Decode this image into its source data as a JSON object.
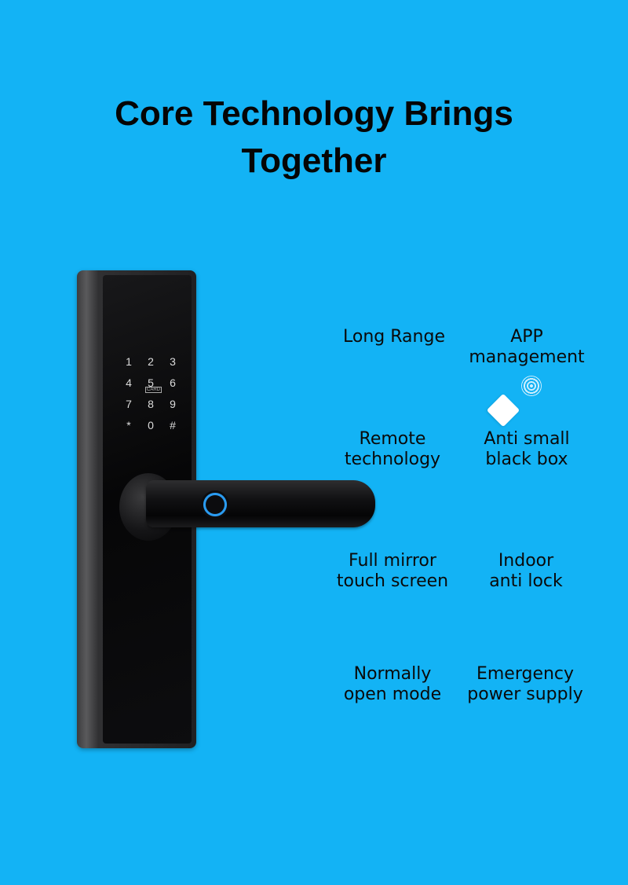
{
  "title": {
    "line1": "Core Technology Brings",
    "line2": "Together"
  },
  "keypad": [
    "1",
    "2",
    "3",
    "4",
    "5",
    "6",
    "7",
    "8",
    "9",
    "*",
    "0",
    "#"
  ],
  "keypad_card_label": "CARD",
  "features": [
    {
      "line1": "Long Range",
      "line2": ""
    },
    {
      "line1": "APP",
      "line2": "management"
    },
    {
      "line1": "Remote",
      "line2": "technology"
    },
    {
      "line1": "Anti small",
      "line2": "black box"
    },
    {
      "line1": "Full mirror",
      "line2": "touch screen"
    },
    {
      "line1": "Indoor",
      "line2": "anti lock"
    },
    {
      "line1": "Normally",
      "line2": "open mode"
    },
    {
      "line1": "Emergency",
      "line2": "power supply"
    }
  ],
  "colors": {
    "background": "#13b3f5",
    "lock": "#0a0a0c",
    "fingerprint_ring": "#2a9bf0"
  },
  "icons": [
    "wifi-signal-icon",
    "card-tag-icon"
  ]
}
